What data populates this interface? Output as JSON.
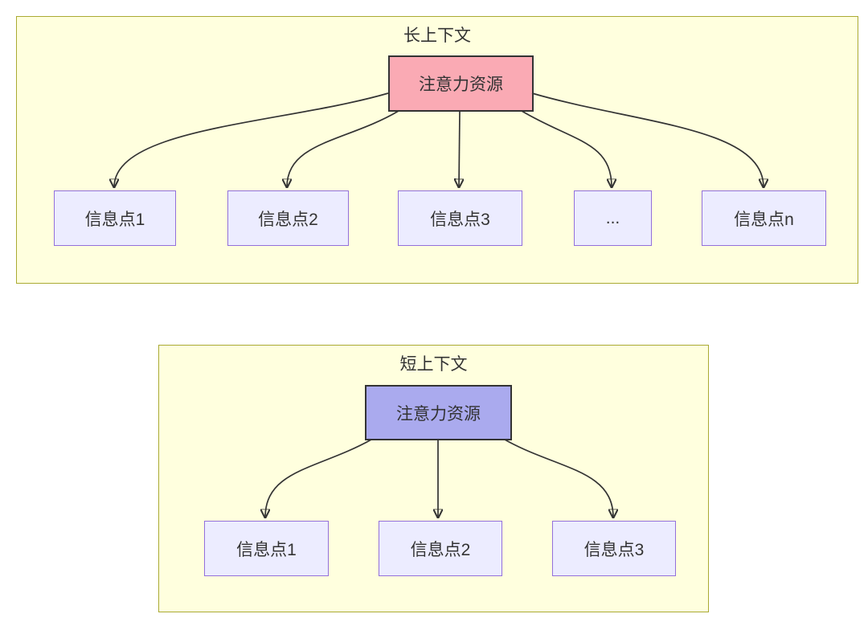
{
  "page": {
    "background": "#ffffff"
  },
  "diagram": {
    "type": "flowchart-comparison",
    "arrow_color": "#333333",
    "panels": [
      {
        "title": "长上下文",
        "fill": "#ffffde",
        "border_color": "#aaaa33",
        "source": {
          "label": "注意力资源",
          "fill": "#faaab4",
          "border_color": "#333333"
        },
        "target_style": {
          "fill": "#ececff",
          "border_color": "#9370db"
        },
        "targets": [
          {
            "label": "信息点1"
          },
          {
            "label": "信息点2"
          },
          {
            "label": "信息点3"
          },
          {
            "label": "..."
          },
          {
            "label": "信息点n"
          }
        ]
      },
      {
        "title": "短上下文",
        "fill": "#ffffde",
        "border_color": "#aaaa33",
        "source": {
          "label": "注意力资源",
          "fill": "#aaaaee",
          "border_color": "#333333"
        },
        "target_style": {
          "fill": "#ececff",
          "border_color": "#9370db"
        },
        "targets": [
          {
            "label": "信息点1"
          },
          {
            "label": "信息点2"
          },
          {
            "label": "信息点3"
          }
        ]
      }
    ]
  }
}
